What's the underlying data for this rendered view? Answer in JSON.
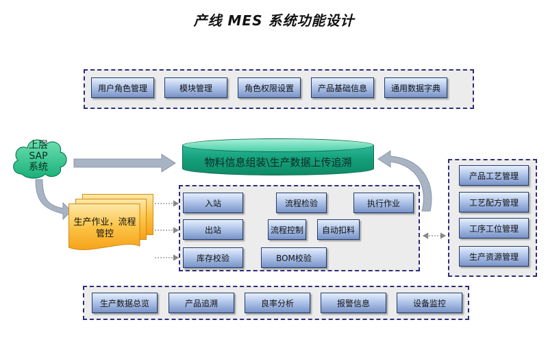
{
  "title": "产线 MES 系统功能设计",
  "top_modules": [
    "用户角色管理",
    "模块管理",
    "角色权限设置",
    "产品基础信息",
    "通用数据字典"
  ],
  "cloud": {
    "line1": "上层",
    "line2": "SAP",
    "line3": "系统"
  },
  "database_label": "物料信息组装\\生产数据上传追溯",
  "doc": {
    "line1": "生产作业，流程",
    "line2": "管控"
  },
  "flow": {
    "inbound": "入站",
    "process_check": "流程检验",
    "execute": "执行作业",
    "outbound": "出站",
    "process_control": "流程控制",
    "auto_deduct": "自动扣料",
    "inventory_check": "库存校验",
    "bom_check": "BOM校验"
  },
  "right_modules": [
    "产品工艺管理",
    "工艺配方管理",
    "工序工位管理",
    "生产资源管理"
  ],
  "bottom_modules": [
    "生产数据总览",
    "产品追溯",
    "良率分析",
    "报警信息",
    "设备监控"
  ],
  "colors": {
    "panel_border": "#2b2a7a",
    "button_dark": "#7993c7",
    "database": "#14a07a",
    "doc": "#fbc447",
    "arrow": "#a8b4c4"
  }
}
